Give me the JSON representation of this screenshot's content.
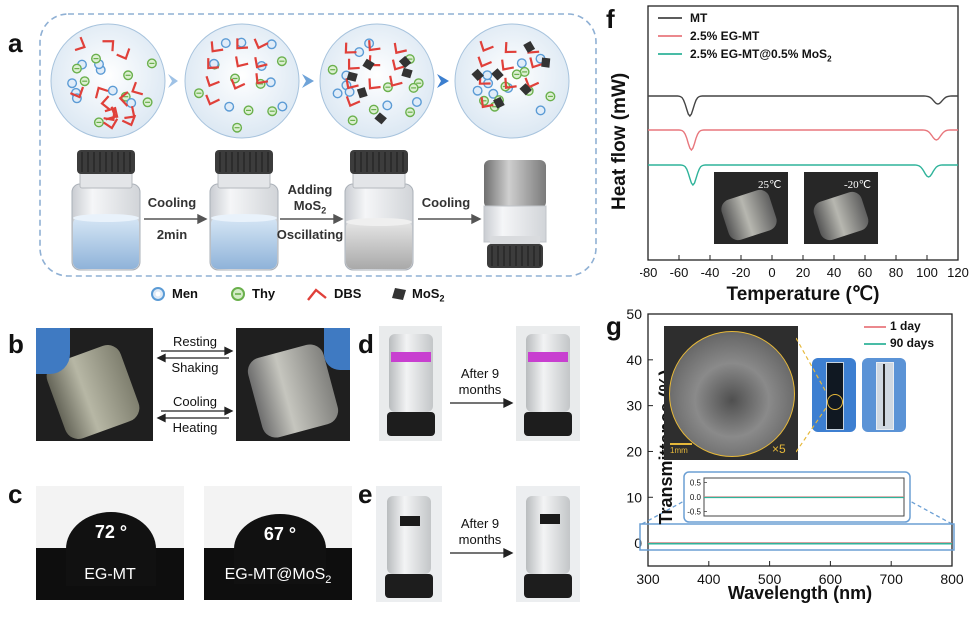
{
  "panels": {
    "a": "a",
    "b": "b",
    "c": "c",
    "d": "d",
    "e": "e",
    "f": "f",
    "g": "g"
  },
  "panel_a": {
    "steps": [
      {
        "line1": "Cooling",
        "line2": "2min"
      },
      {
        "line1": "Adding",
        "line2a": "MoS",
        "line2sub": "2",
        "line3": "Oscillating"
      },
      {
        "line1": "Cooling"
      }
    ],
    "legend": [
      {
        "name": "Men",
        "icon": "open-circle-icon",
        "color": "#5b9bd5"
      },
      {
        "name": "Thy",
        "icon": "circle-minus-icon",
        "color": "#6ab04c"
      },
      {
        "name": "DBS",
        "icon": "chevron-icon",
        "color": "#e0403a"
      },
      {
        "name": "MoS",
        "sub": "2",
        "icon": "parallelogram-icon",
        "color": "#333333"
      }
    ]
  },
  "panel_b": {
    "arrow1_top": "Resting",
    "arrow1_bottom": "Shaking",
    "arrow2_top": "Cooling",
    "arrow2_bottom": "Heating"
  },
  "panel_c": {
    "angle1": "72 °",
    "label1": "EG-MT",
    "angle2": "67 °",
    "label2_main": "EG-MT@MoS",
    "label2_sub": "2"
  },
  "panel_d": {
    "arrow_line1": "After 9",
    "arrow_line2": "months"
  },
  "panel_e": {
    "arrow_line1": "After 9",
    "arrow_line2": "months"
  },
  "panel_f": {
    "ylabel": "Heat flow (mW)",
    "xlabel": "Temperature (℃)",
    "legend": [
      "MT",
      "2.5% EG-MT",
      "2.5% EG-MT@0.5% MoS"
    ],
    "legend_sub": "2",
    "inset_left": "25℃",
    "inset_right": "-20℃",
    "colors": [
      "#444444",
      "#e8777d",
      "#2fb39a"
    ]
  },
  "panel_g": {
    "ylabel": "Transmittance (%)",
    "xlabel": "Wavelength (nm)",
    "legend": [
      "1 day",
      "90 days"
    ],
    "scale_bar": "1mm",
    "magnification": "×5",
    "colors": [
      "#e8777d",
      "#2fb39a"
    ]
  },
  "chart_data": [
    {
      "type": "line",
      "panel": "f",
      "xlabel": "Temperature (℃)",
      "ylabel": "Heat flow (mW)",
      "xlim": [
        -80,
        120
      ],
      "xticks": [
        -80,
        -60,
        -40,
        -20,
        0,
        20,
        40,
        60,
        80,
        100,
        120
      ],
      "series": [
        {
          "name": "MT",
          "baseline_offset": 2,
          "dips": [
            [
              -53,
              -1.0
            ],
            [
              107,
              -0.4
            ]
          ]
        },
        {
          "name": "2.5% EG-MT",
          "baseline_offset": 1,
          "dips": [
            [
              -52,
              -1.0
            ],
            [
              106,
              -0.5
            ]
          ]
        },
        {
          "name": "2.5% EG-MT@0.5% MoS2",
          "baseline_offset": 0,
          "dips": [
            [
              -51,
              -1.0
            ],
            [
              101,
              -0.6
            ]
          ]
        }
      ]
    },
    {
      "type": "line",
      "panel": "g",
      "xlabel": "Wavelength (nm)",
      "ylabel": "Transmittance (%)",
      "xlim": [
        300,
        800
      ],
      "ylim": [
        -5,
        50
      ],
      "xticks": [
        300,
        400,
        500,
        600,
        700,
        800
      ],
      "yticks": [
        0,
        10,
        20,
        30,
        40,
        50
      ],
      "inset_yticks": [
        0.5,
        0.0,
        -0.5
      ],
      "series": [
        {
          "name": "1 day",
          "x": [
            300,
            800
          ],
          "y": [
            0,
            0
          ]
        },
        {
          "name": "90 days",
          "x": [
            300,
            800
          ],
          "y": [
            0,
            0
          ]
        }
      ]
    }
  ]
}
